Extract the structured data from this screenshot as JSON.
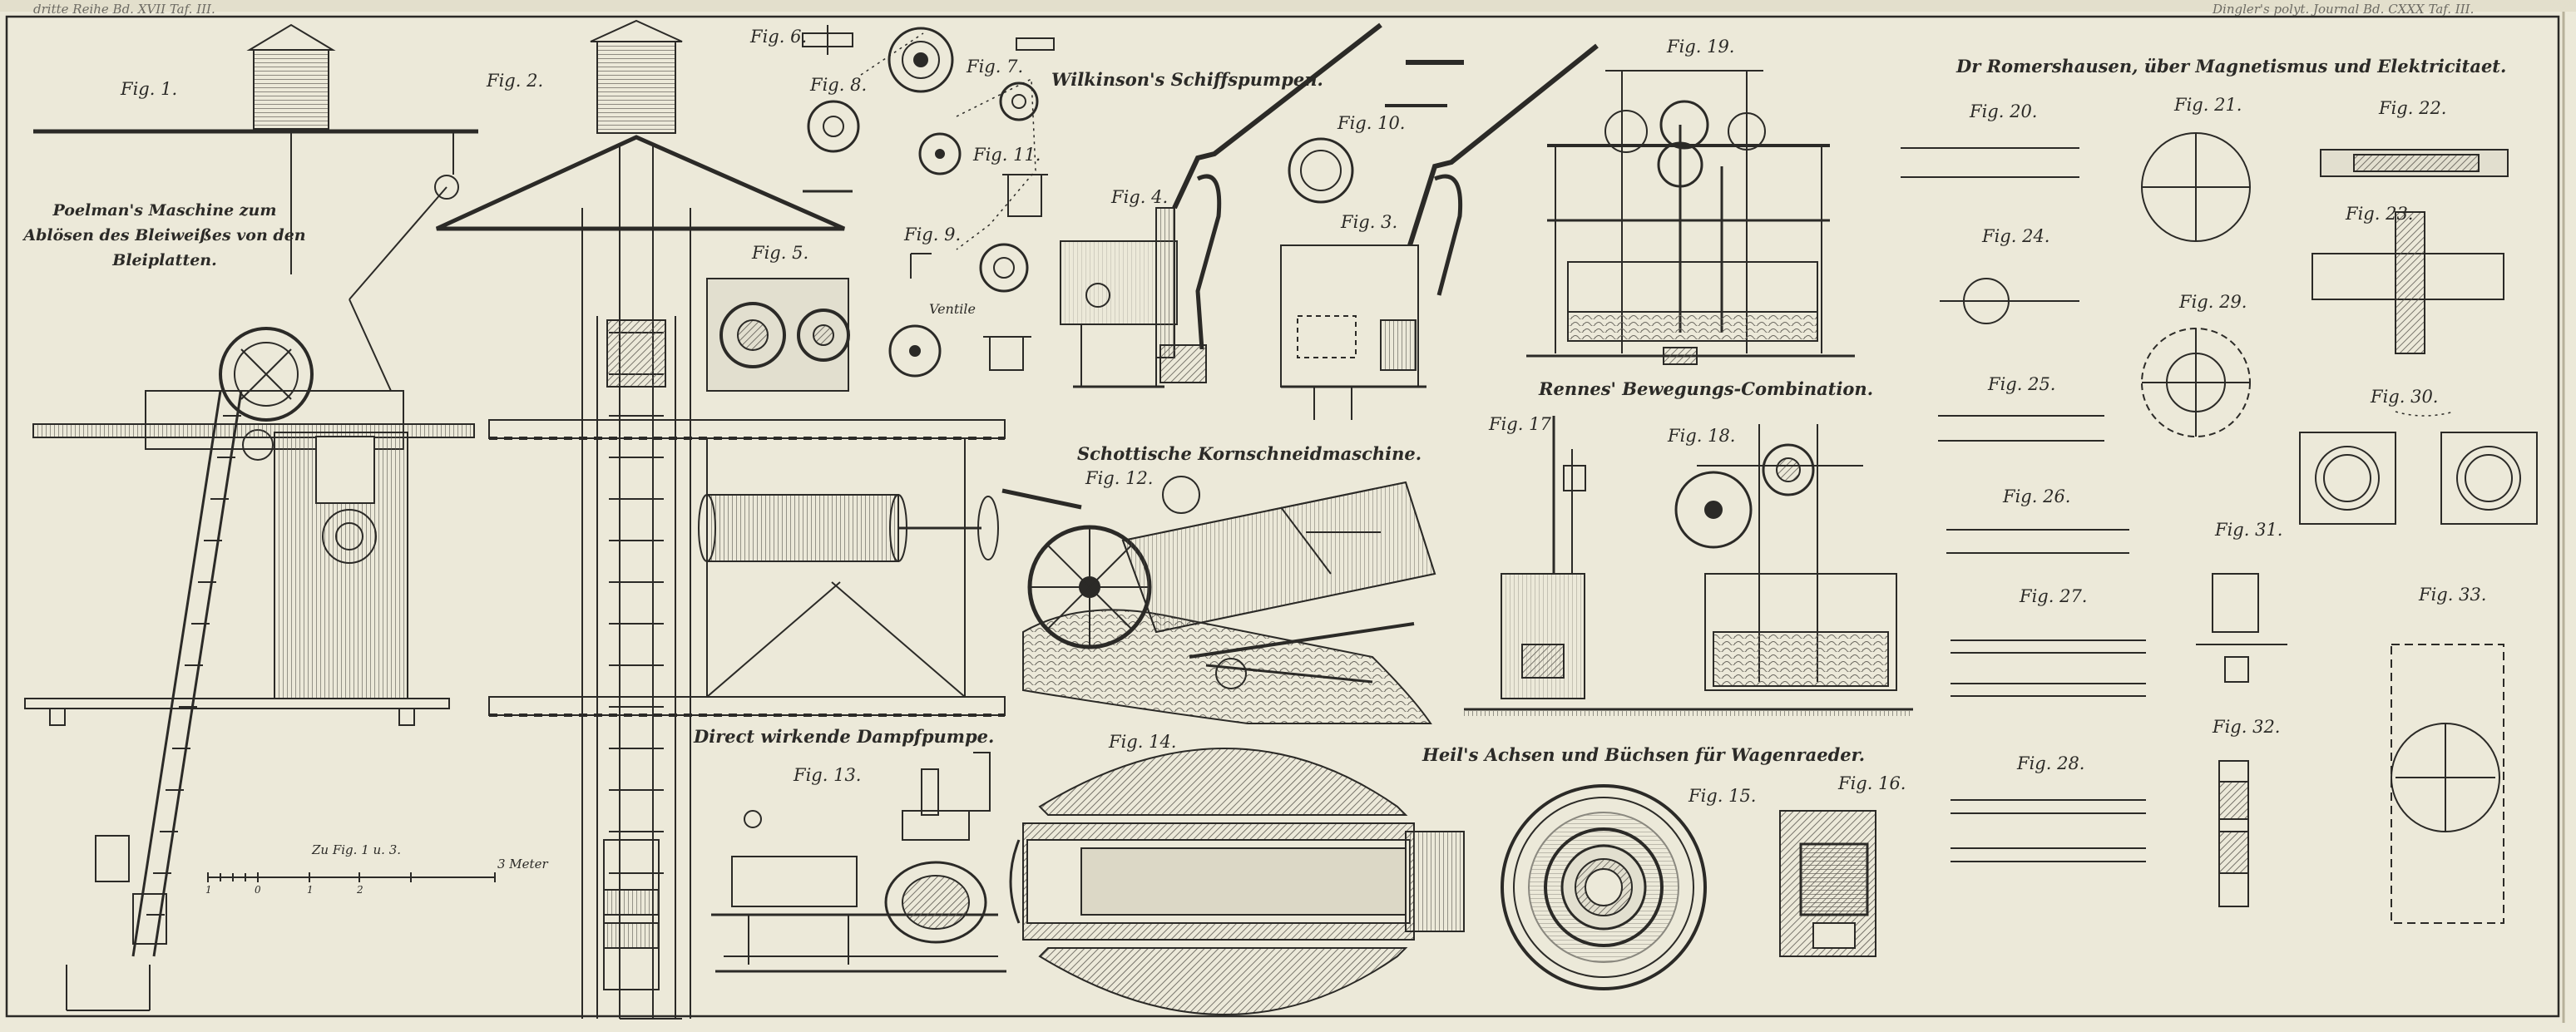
{
  "header": {
    "left": "dritte Reihe Bd. XVII Taf. III.",
    "right": "Dingler's polyt. Journal Bd. CXXX Taf. III."
  },
  "titles": {
    "poelman": [
      "Poelman's Maschine zum",
      "Ablösen des Bleiweißes von den",
      "Bleiplatten."
    ],
    "wilkinson": "Wilkinson's Schiffspumpen.",
    "dampfpumpe": "Direct wirkende Dampfpumpe.",
    "kornschneid": "Schottische Kornschneidmaschine.",
    "rennes": "Rennes' Bewegungs-Combination.",
    "heil": "Heil's Achsen und Büchsen für Wagenraeder.",
    "romershausen": "Dr Romershausen, über Magnetismus und Elektricitaet."
  },
  "figures": {
    "f1": "Fig. 1.",
    "f2": "Fig. 2.",
    "f3": "Fig. 3.",
    "f4": "Fig. 4.",
    "f5": "Fig. 5.",
    "f6": "Fig. 6.",
    "f7": "Fig. 7.",
    "f8": "Fig. 8.",
    "f9": "Fig. 9.",
    "f10": "Fig. 10.",
    "f11": "Fig. 11.",
    "f12": "Fig. 12.",
    "f13": "Fig. 13.",
    "f14": "Fig. 14.",
    "f15": "Fig. 15.",
    "f16": "Fig. 16.",
    "f17": "Fig. 17.",
    "f18": "Fig. 18.",
    "f19": "Fig. 19.",
    "f20": "Fig. 20.",
    "f21": "Fig. 21.",
    "f22": "Fig. 22.",
    "f23": "Fig. 23.",
    "f24": "Fig. 24.",
    "f25": "Fig. 25.",
    "f26": "Fig. 26.",
    "f27": "Fig. 27.",
    "f28": "Fig. 28.",
    "f29": "Fig. 29.",
    "f30": "Fig. 30.",
    "f31": "Fig. 31.",
    "f32": "Fig. 32.",
    "f33": "Fig. 33."
  },
  "labels": {
    "ventile": "Ventile",
    "scale_caption": "Zu Fig. 1 u. 3.",
    "scale_end": "3 Meter",
    "scale_ticks": [
      "1",
      "0",
      "1",
      "2"
    ]
  },
  "colors": {
    "paper": "#ece9d9",
    "ink": "#2b2a27",
    "hatch": "#5a5750"
  }
}
